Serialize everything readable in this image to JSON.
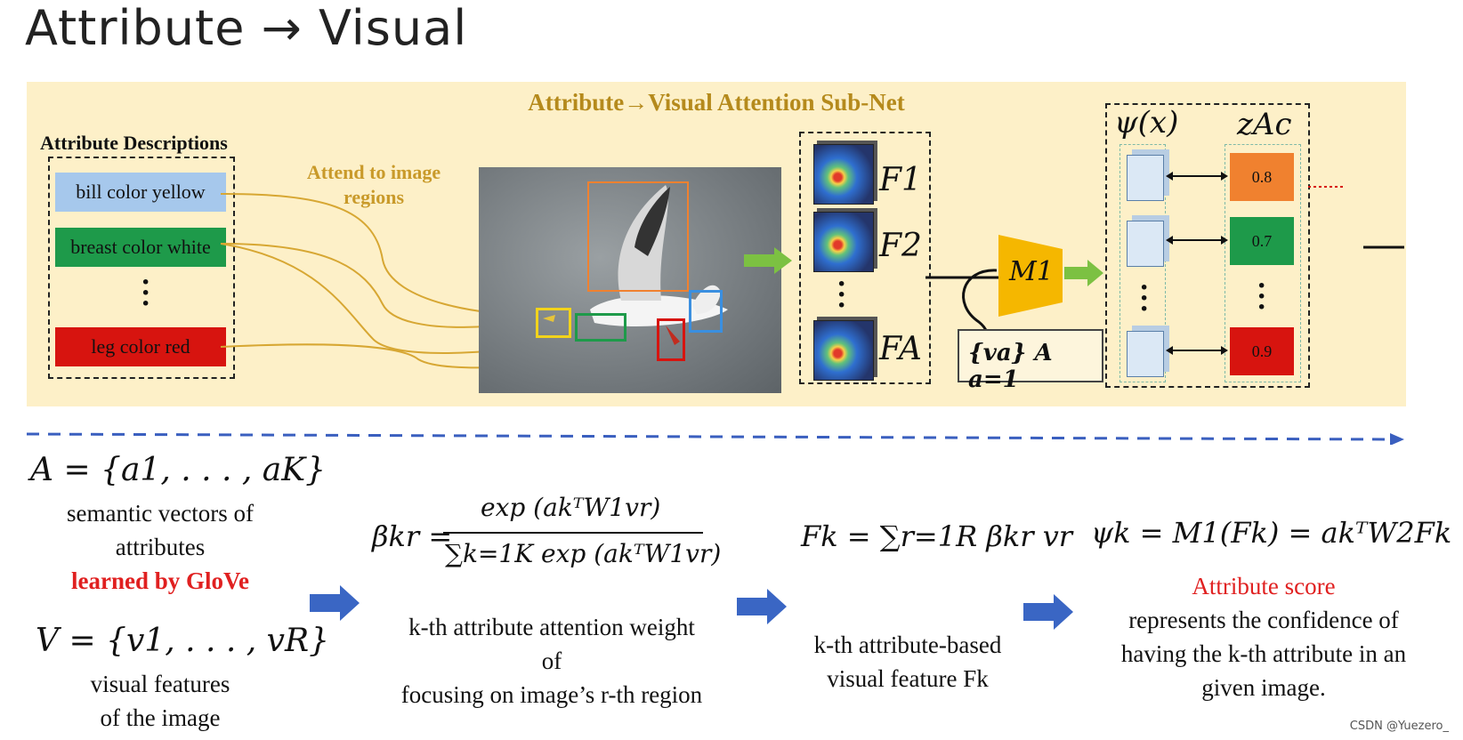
{
  "title": "Attribute → Visual",
  "panel": {
    "title": "Attribute→Visual Attention Sub-Net",
    "attr_heading": "Attribute Descriptions",
    "attend_label": "Attend to image regions",
    "attributes": [
      {
        "label": "bill color yellow",
        "color": "#a6c8ec"
      },
      {
        "label": "breast color white",
        "color": "#1e9a4a"
      },
      {
        "label": "leg color red",
        "color": "#d7140f"
      }
    ],
    "feature_labels": [
      "F1",
      "F2",
      "FA"
    ],
    "module_label": "M1",
    "v_set": "{va} A a=1",
    "psi_label": "ψ(x)",
    "z_label": "zAc",
    "scores": [
      {
        "value": "0.8",
        "color": "#f0812f"
      },
      {
        "value": "0.7",
        "color": "#1e9a4a"
      },
      {
        "value": "0.9",
        "color": "#d7140f"
      }
    ]
  },
  "bottom": {
    "A_formula": "A = {a1, . . . , aK}",
    "A_desc_1": "semantic vectors of",
    "A_desc_2": "attributes",
    "A_desc_red": "learned by GloVe",
    "V_formula": "V = {v1, . . . , vR}",
    "V_desc_1": "visual features",
    "V_desc_2": "of the image",
    "beta_formula_left": "βkr =",
    "beta_num": "exp (akᵀW1vr)",
    "beta_den": "∑k=1K exp (akᵀW1vr)",
    "beta_desc_1": "k-th attribute attention weight",
    "beta_desc_2": "of",
    "beta_desc_3": "focusing on image’s r-th region",
    "F_formula": "Fk = ∑r=1R βkr vr",
    "F_desc_1": "k-th attribute-based",
    "F_desc_2": "visual feature Fk",
    "psi_formula": "ψk = M1(Fk) = akᵀW2Fk",
    "score_title": "Attribute score",
    "score_desc_1": "represents the confidence of",
    "score_desc_2": "having the k-th attribute in an",
    "score_desc_3": "given image."
  },
  "watermark": "CSDN @Yuezero_"
}
